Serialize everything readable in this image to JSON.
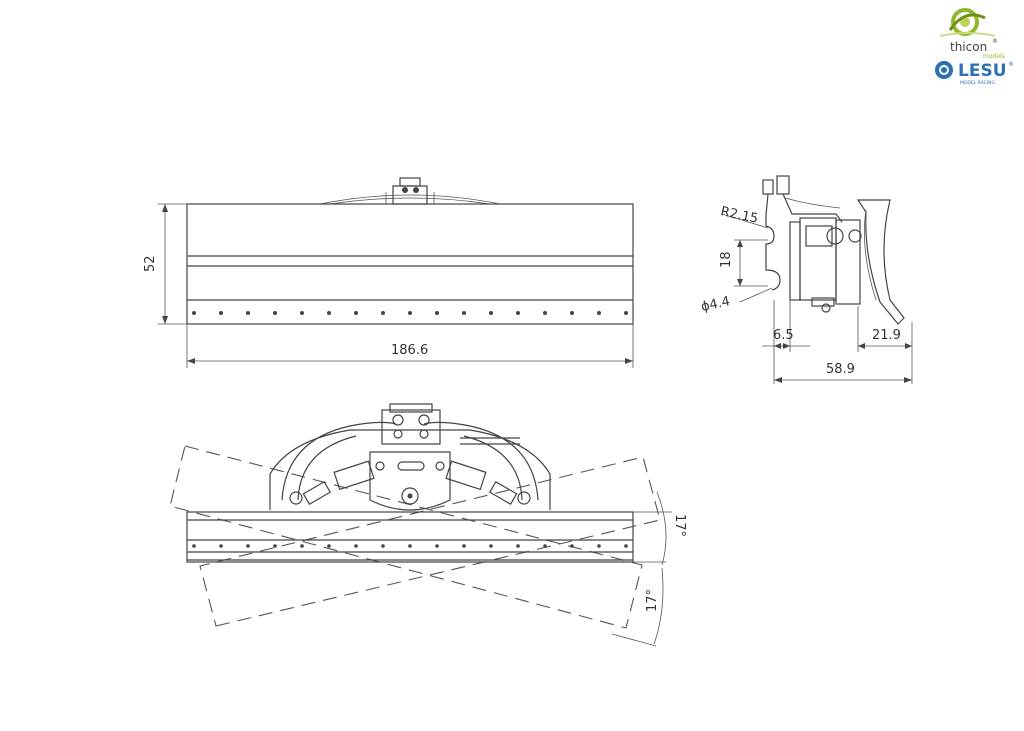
{
  "logos": {
    "thicon": {
      "text": "thicon",
      "sub": "models",
      "mark": "®",
      "color": "#8fb82a"
    },
    "lesu": {
      "text": "LESU",
      "sub": "MODEL RACING",
      "mark": "®",
      "color": "#2b6fb5"
    }
  },
  "dimensions": {
    "front_height": "52",
    "front_width": "186.6",
    "side_radius": "R2.15",
    "side_hole_spacing": "18",
    "side_hole_diameter": "ϕ4.4",
    "side_offset": "6.5",
    "side_blade": "21.9",
    "side_total": "58.9",
    "angle_up": "17°",
    "angle_down": "17°"
  },
  "colors": {
    "line": "#444444",
    "text": "#333333"
  }
}
